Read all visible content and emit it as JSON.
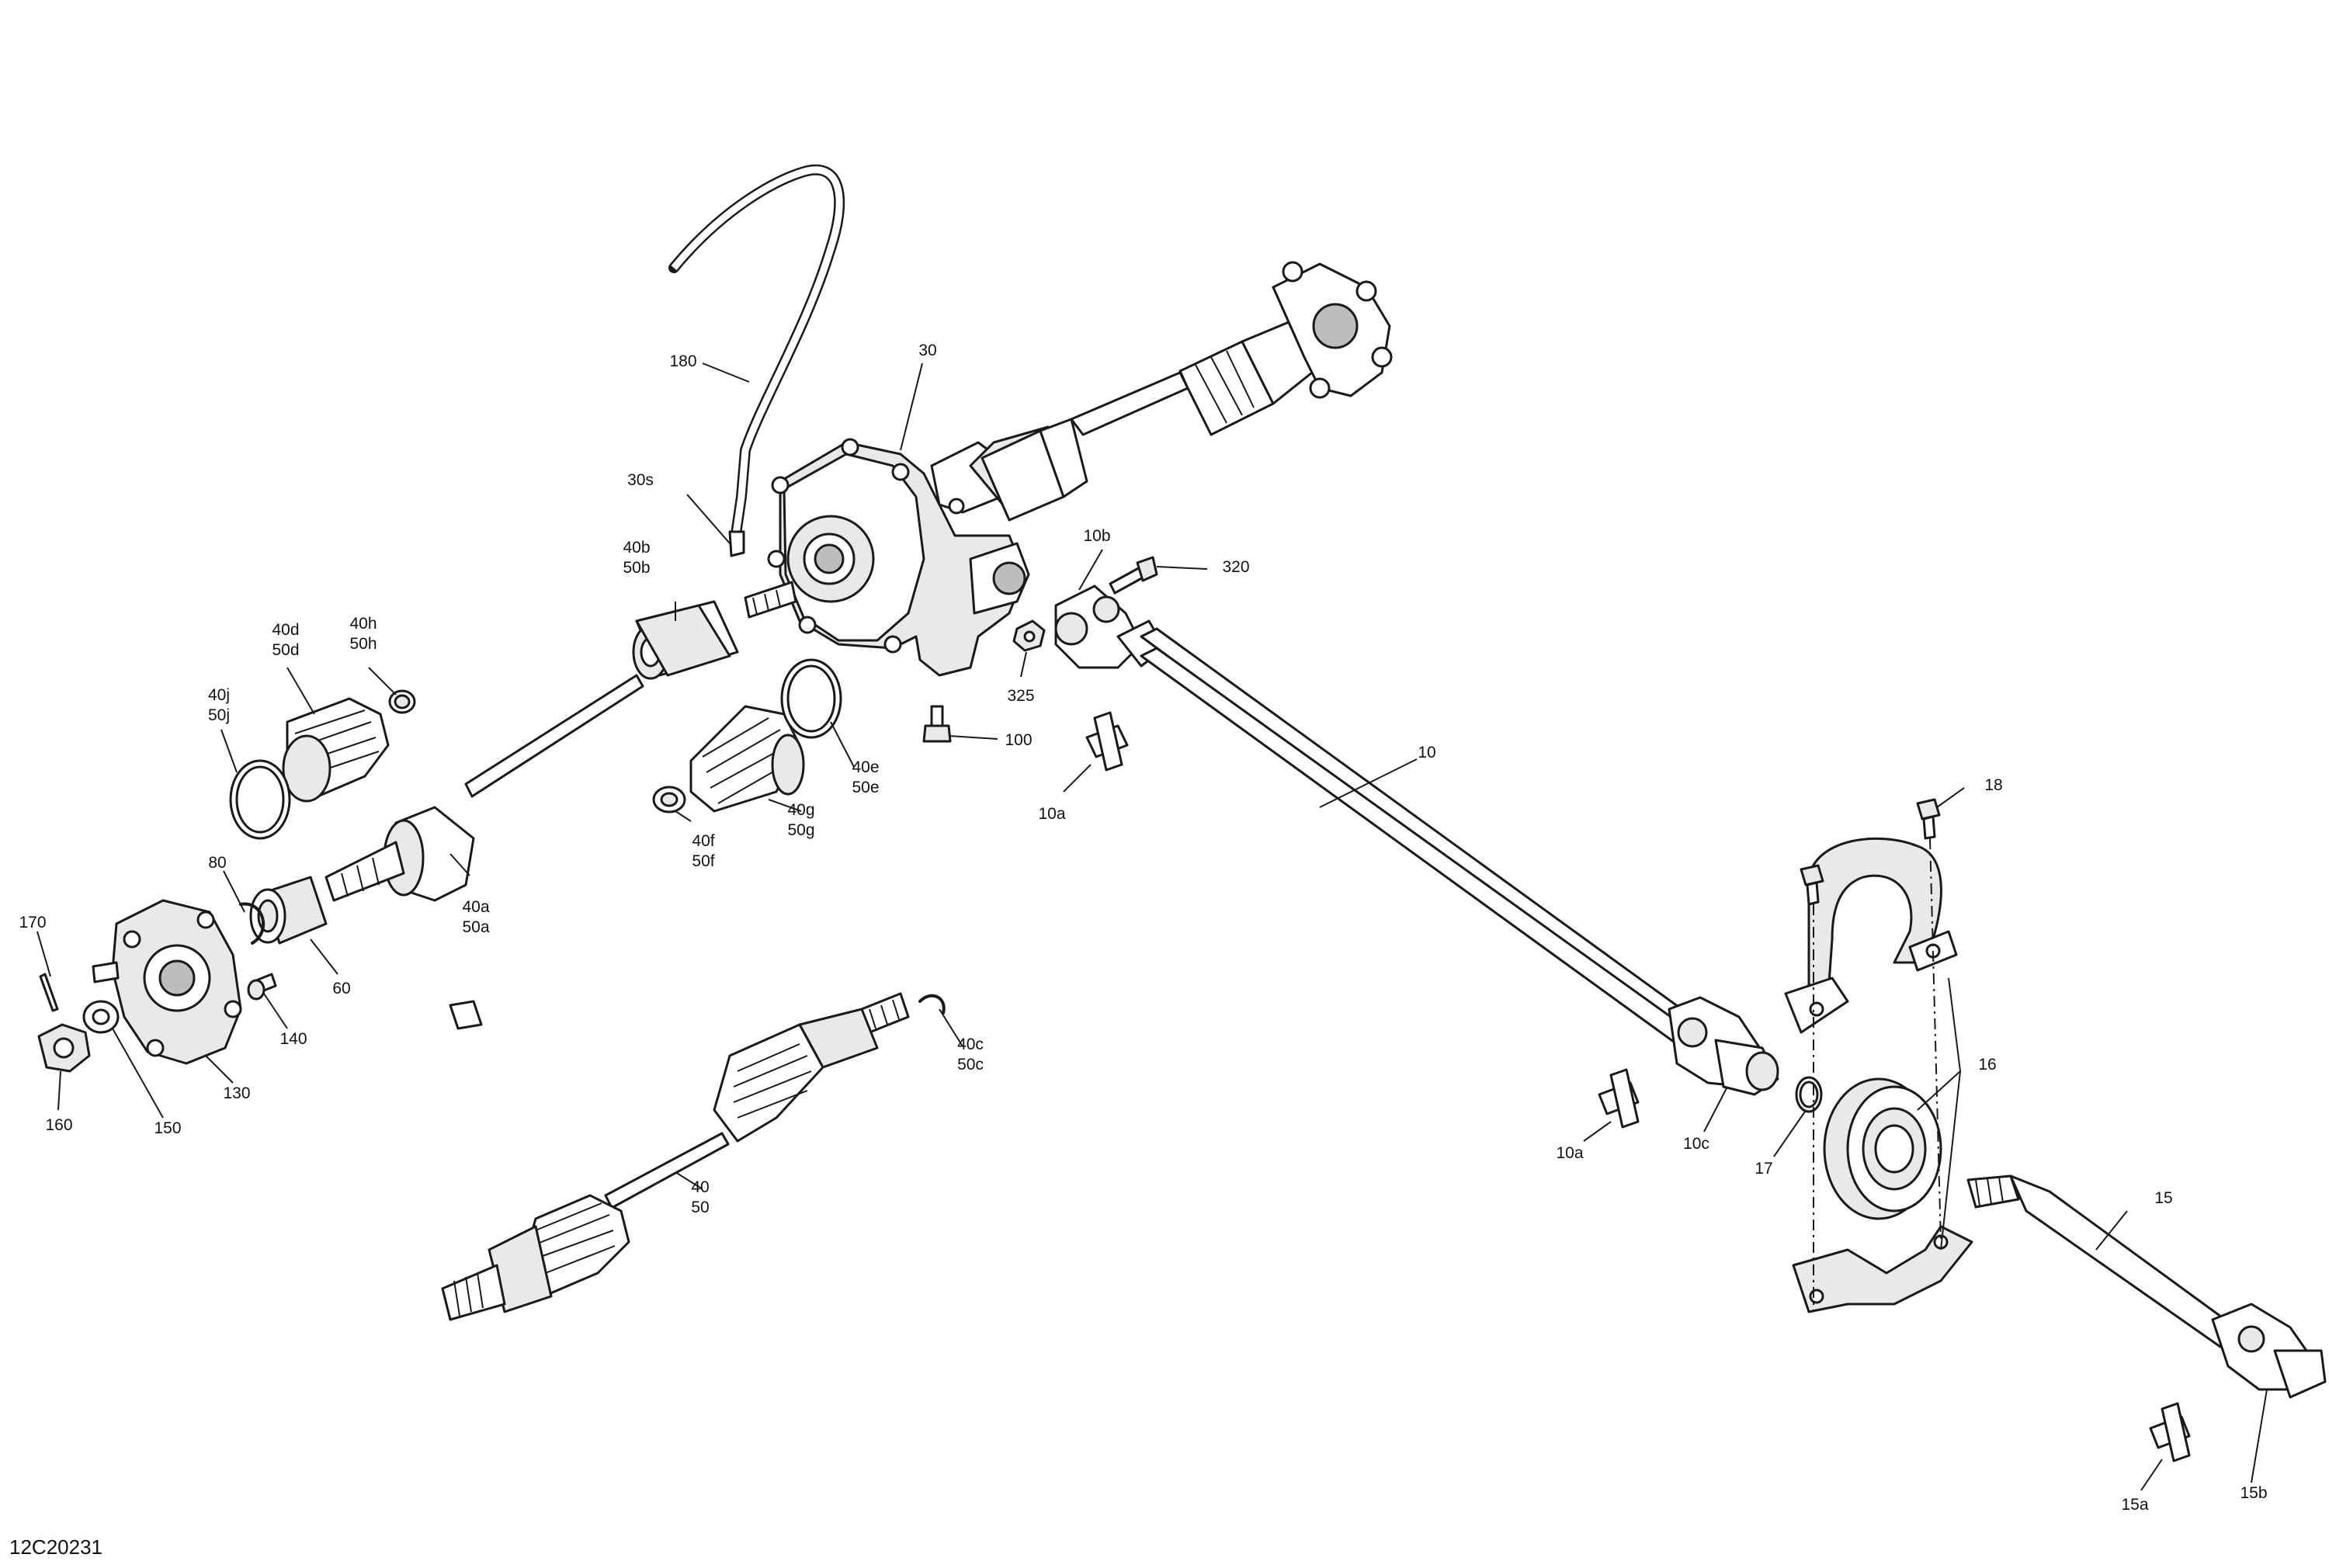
{
  "diagram": {
    "reference_code": "12C20231",
    "callouts": [
      {
        "id": "180",
        "lines": [
          "180"
        ]
      },
      {
        "id": "30",
        "lines": [
          "30"
        ]
      },
      {
        "id": "30s",
        "lines": [
          "30s"
        ]
      },
      {
        "id": "40b",
        "lines": [
          "40b",
          "50b"
        ]
      },
      {
        "id": "10b",
        "lines": [
          "10b"
        ]
      },
      {
        "id": "320",
        "lines": [
          "320"
        ]
      },
      {
        "id": "40d",
        "lines": [
          "40d",
          "50d"
        ]
      },
      {
        "id": "40h",
        "lines": [
          "40h",
          "50h"
        ]
      },
      {
        "id": "40j",
        "lines": [
          "40j",
          "50j"
        ]
      },
      {
        "id": "40e",
        "lines": [
          "40e",
          "50e"
        ]
      },
      {
        "id": "325",
        "lines": [
          "325"
        ]
      },
      {
        "id": "100",
        "lines": [
          "100"
        ]
      },
      {
        "id": "10",
        "lines": [
          "10"
        ]
      },
      {
        "id": "10a_top",
        "lines": [
          "10a"
        ]
      },
      {
        "id": "40g",
        "lines": [
          "40g",
          "50g"
        ]
      },
      {
        "id": "40f",
        "lines": [
          "40f",
          "50f"
        ]
      },
      {
        "id": "80",
        "lines": [
          "80"
        ]
      },
      {
        "id": "40a",
        "lines": [
          "40a",
          "50a"
        ]
      },
      {
        "id": "170",
        "lines": [
          "170"
        ]
      },
      {
        "id": "60",
        "lines": [
          "60"
        ]
      },
      {
        "id": "140",
        "lines": [
          "140"
        ]
      },
      {
        "id": "130",
        "lines": [
          "130"
        ]
      },
      {
        "id": "160",
        "lines": [
          "160"
        ]
      },
      {
        "id": "150",
        "lines": [
          "150"
        ]
      },
      {
        "id": "40c",
        "lines": [
          "40c",
          "50c"
        ]
      },
      {
        "id": "40",
        "lines": [
          "40",
          "50"
        ]
      },
      {
        "id": "18",
        "lines": [
          "18"
        ]
      },
      {
        "id": "16",
        "lines": [
          "16"
        ]
      },
      {
        "id": "10a_bottom",
        "lines": [
          "10a"
        ]
      },
      {
        "id": "10c",
        "lines": [
          "10c"
        ]
      },
      {
        "id": "17",
        "lines": [
          "17"
        ]
      },
      {
        "id": "15",
        "lines": [
          "15"
        ]
      },
      {
        "id": "15a",
        "lines": [
          "15a"
        ]
      },
      {
        "id": "15b",
        "lines": [
          "15b"
        ]
      }
    ]
  }
}
